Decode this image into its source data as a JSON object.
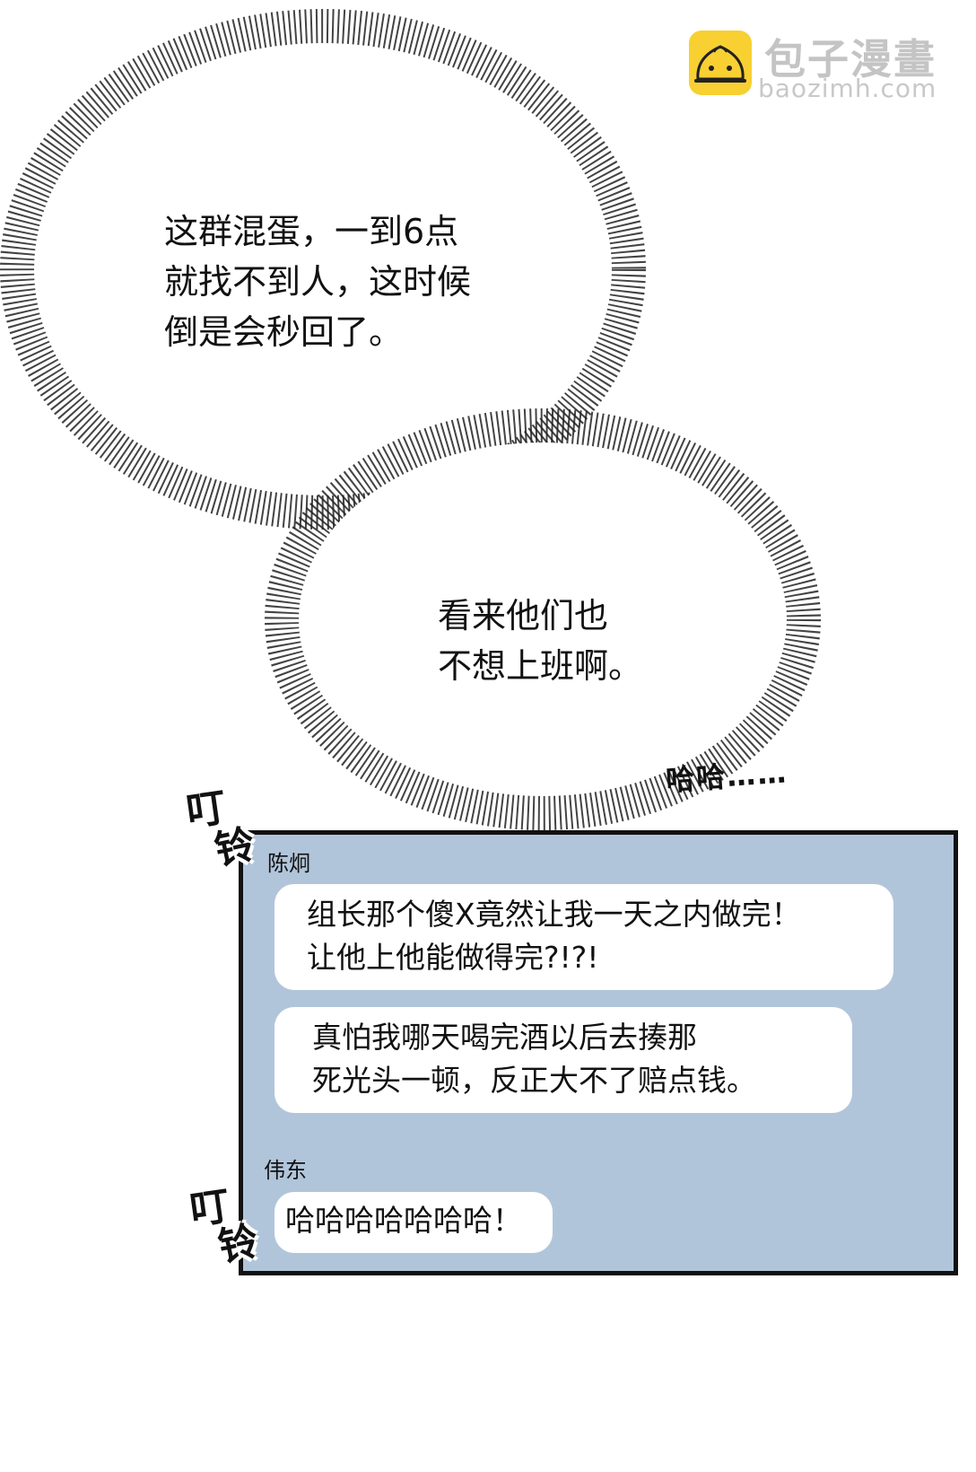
{
  "watermark": {
    "icon": "steamed-bun-icon",
    "brand_cn": "包子漫畫",
    "brand_en": "baozimh.com",
    "accent": "#f8d032"
  },
  "thought_bubbles": [
    {
      "lines": "这群混蛋，一到6点\n就找不到人，这时候\n倒是会秒回了。"
    },
    {
      "lines": "看来他们也\n不想上班啊。"
    }
  ],
  "sfx": {
    "laugh": "哈哈……",
    "ding_1": [
      "叮",
      "铃"
    ],
    "ding_2": [
      "叮",
      "铃"
    ]
  },
  "chat": {
    "background": "#b1c5da",
    "groups": [
      {
        "sender": "陈炯",
        "messages": [
          "组长那个傻X竟然让我一天之内做完！\n让他上他能做得完?!?!",
          "真怕我哪天喝完酒以后去揍那\n死光头一顿，反正大不了赔点钱。"
        ]
      },
      {
        "sender": "伟东",
        "messages": [
          "哈哈哈哈哈哈哈！"
        ]
      }
    ]
  }
}
